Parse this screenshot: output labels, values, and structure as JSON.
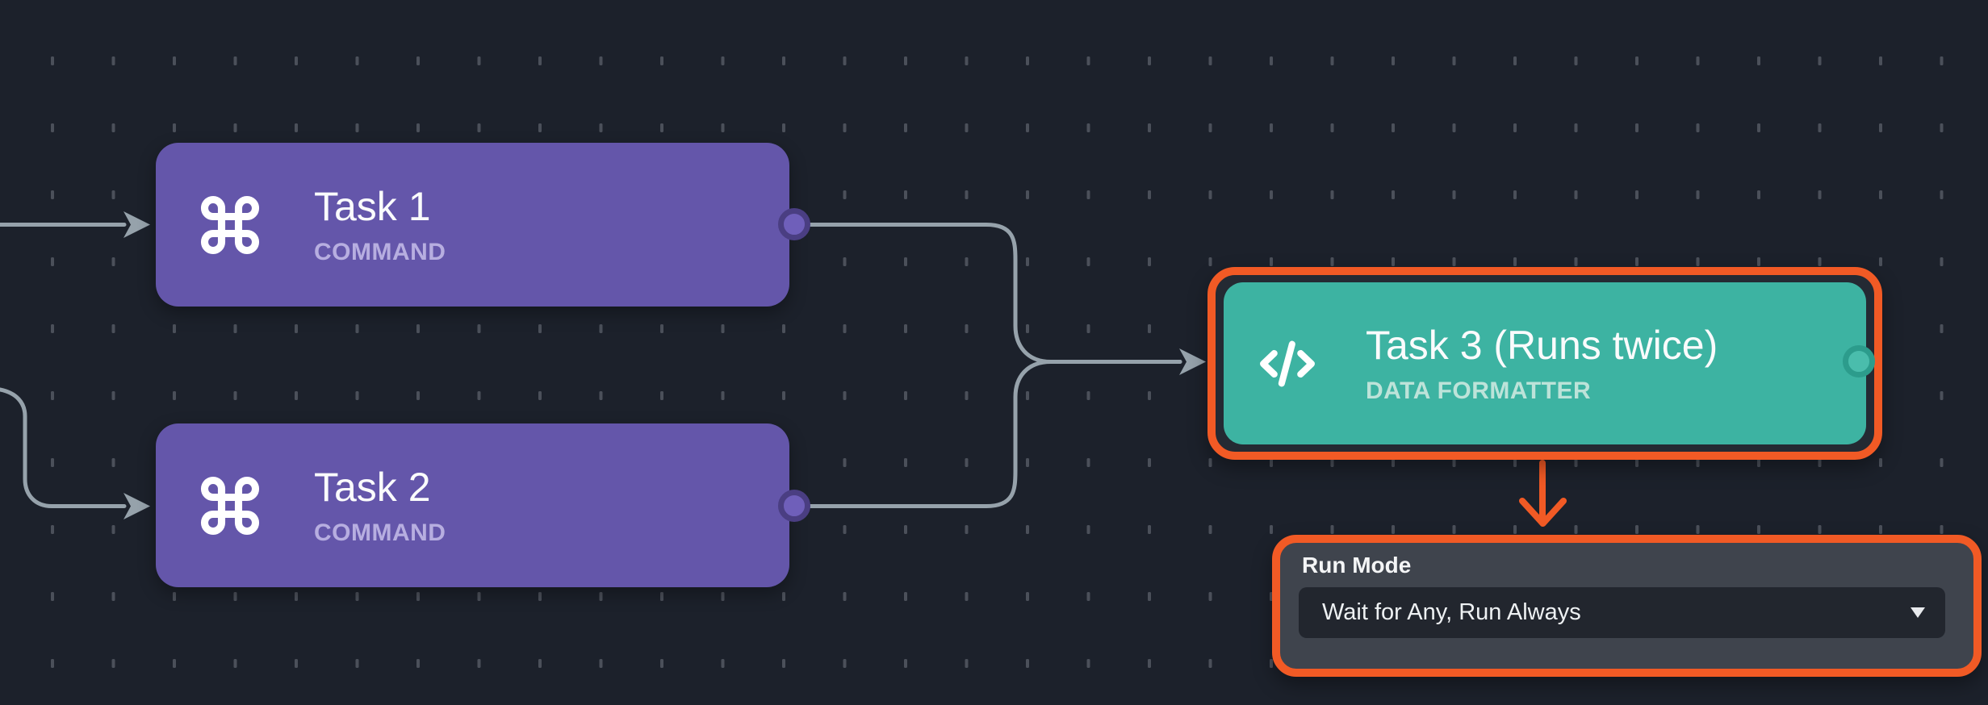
{
  "nodes": [
    {
      "title": "Task 1",
      "subtitle": "COMMAND",
      "icon": "command-icon",
      "color": "#6456aa",
      "subtitle_color": "#b7aee0"
    },
    {
      "title": "Task 2",
      "subtitle": "COMMAND",
      "icon": "command-icon",
      "color": "#6456aa",
      "subtitle_color": "#b7aee0"
    },
    {
      "title": "Task 3 (Runs twice)",
      "subtitle": "DATA FORMATTER",
      "icon": "code-icon",
      "color": "#3db3a2",
      "subtitle_color": "#bde3d9",
      "highlighted": true,
      "highlight_color": "#f15a25"
    }
  ],
  "inspector": {
    "label": "Run Mode",
    "select_value": "Wait for Any, Run Always",
    "caret_icon": "caret-down-icon"
  },
  "colors": {
    "background": "#1c212b",
    "grid_dash": "#4b505a",
    "edge": "#96a2ab",
    "node_purple": "#6456aa",
    "node_teal": "#3db3a2",
    "subtitle_lavender": "#b7aee0",
    "subtitle_mint": "#bde3d9",
    "highlight_orange": "#f15a25",
    "panel_bg": "#3f444d",
    "select_bg": "#22262e"
  }
}
